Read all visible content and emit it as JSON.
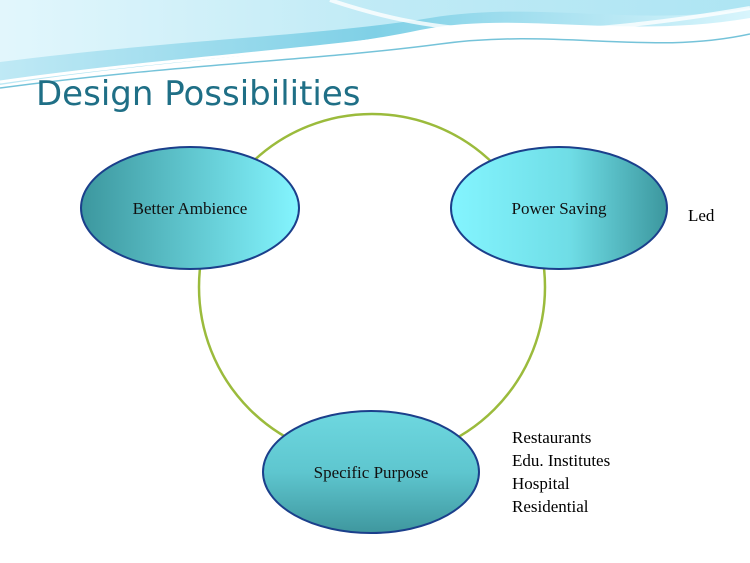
{
  "slide": {
    "title": "Design Possibilities"
  },
  "diagram": {
    "nodes": [
      {
        "label": "Better Ambience"
      },
      {
        "label": "Power Saving"
      },
      {
        "label": "Specific Purpose"
      }
    ],
    "notes": {
      "power_saving": "Led",
      "specific_purpose": [
        "Restaurants",
        "Edu. Institutes",
        "Hospital",
        "Residential"
      ]
    }
  },
  "colors": {
    "title": "#1f6f86",
    "cycle_ring": "#9bbb3c",
    "node_outline": "#1b3f8b",
    "node_dark": "#3f9aa0",
    "node_light": "#7ff3ff",
    "wave_light": "#c9f1fb",
    "wave_mid": "#8fd8ec",
    "wave_dark": "#3aa9c9"
  }
}
